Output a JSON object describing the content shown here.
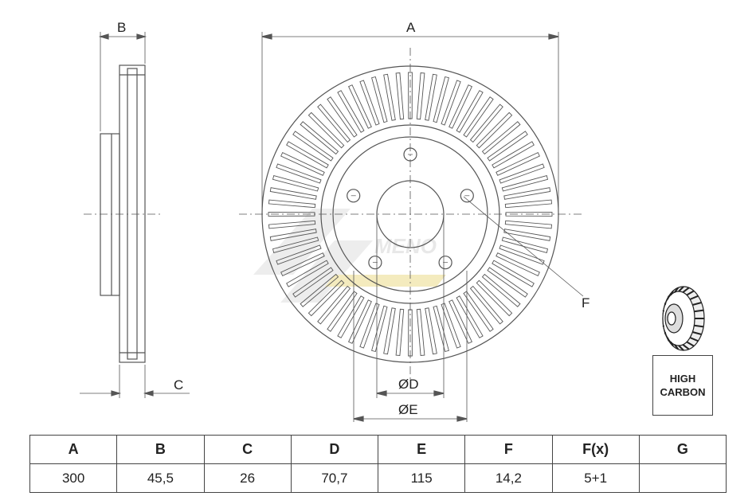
{
  "drawing": {
    "labels": {
      "A": "A",
      "B": "B",
      "C": "C",
      "D": "ØD",
      "E": "ØE",
      "F": "F"
    },
    "bolt_holes": 5,
    "cooling_fins": 72
  },
  "badge": {
    "line1": "HIGH",
    "line2": "CARBON"
  },
  "table": {
    "headers": [
      "A",
      "B",
      "C",
      "D",
      "E",
      "F",
      "F(x)",
      "G"
    ],
    "values": [
      "300",
      "45,5",
      "26",
      "70,7",
      "115",
      "14,2",
      "5+1",
      ""
    ]
  },
  "colors": {
    "line": "#555555",
    "watermark": "#e8e8e8",
    "watermark_accent": "#f3e9b8"
  }
}
